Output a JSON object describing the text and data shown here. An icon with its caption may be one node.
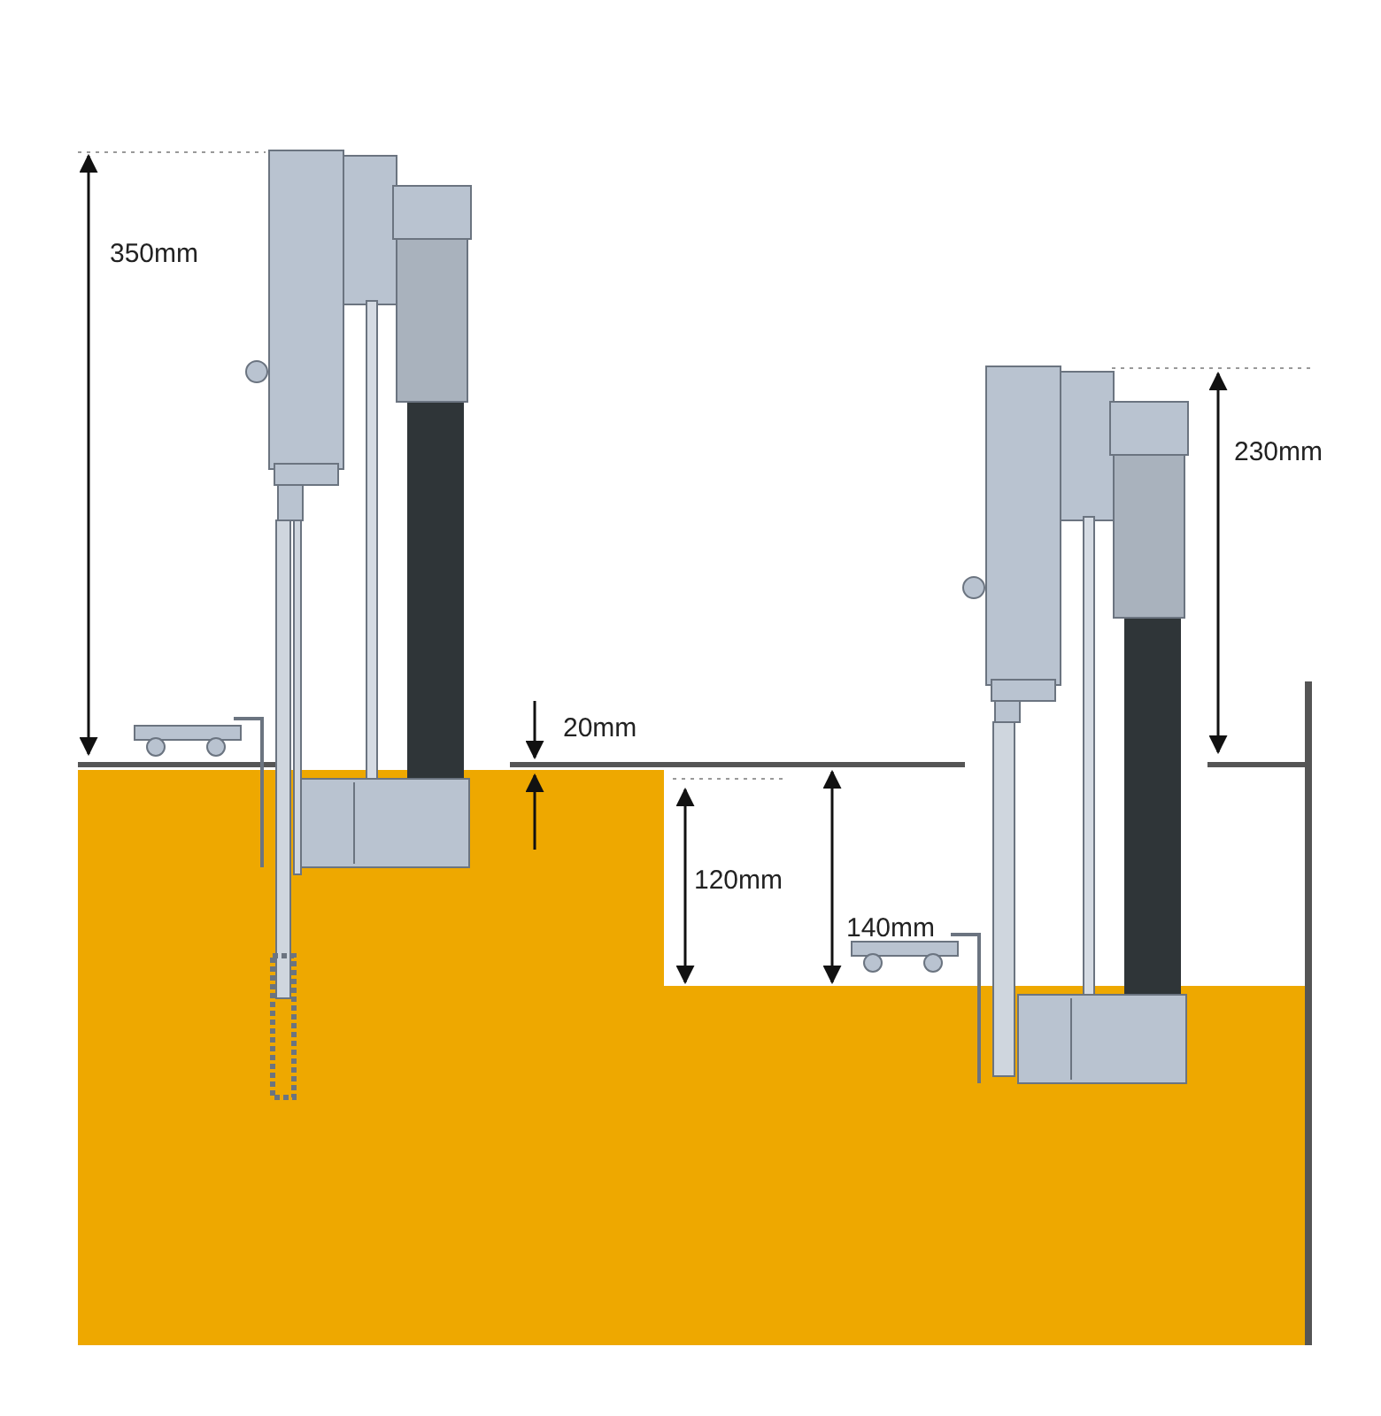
{
  "diagram": {
    "labels": [
      "350mm",
      "20mm",
      "120mm",
      "140mm",
      "230mm"
    ]
  }
}
